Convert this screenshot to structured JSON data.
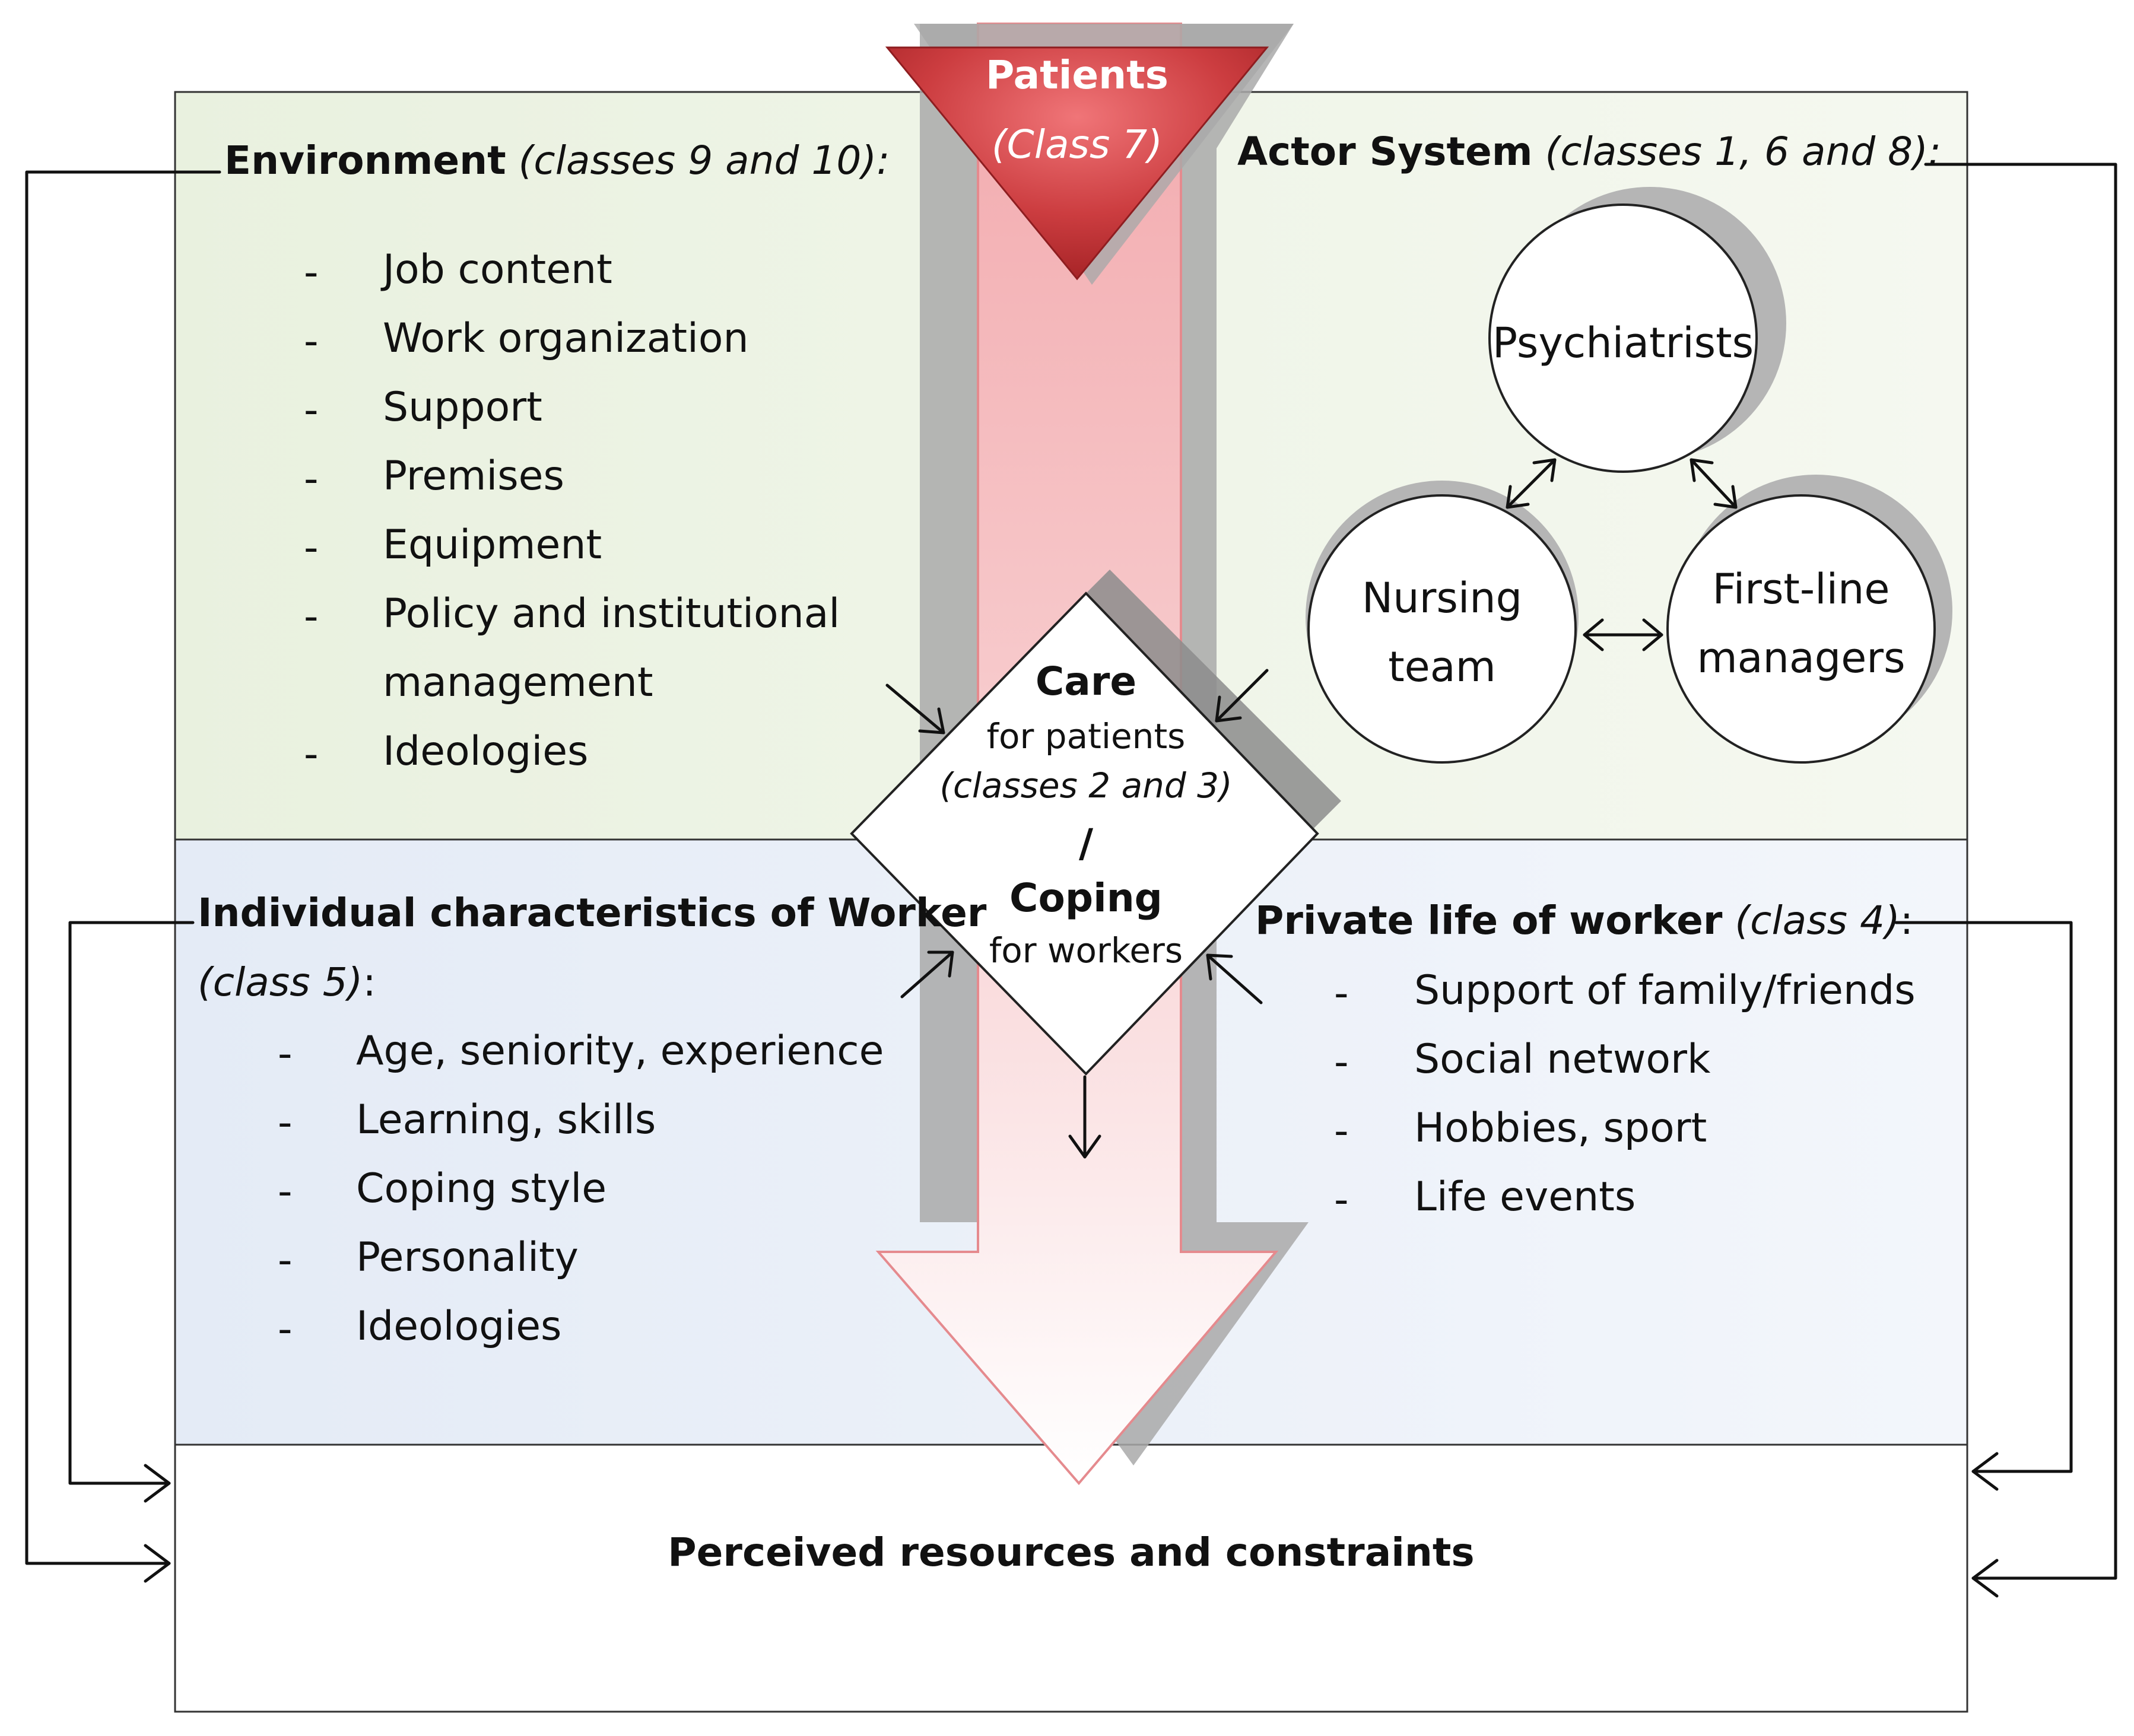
{
  "top_arrow": {
    "title": "Patients",
    "subtitle": "(Class 7)"
  },
  "environment": {
    "title": "Environment",
    "classes": "(classes 9 and 10):",
    "items": [
      "Job content",
      "Work organization",
      "Support",
      "Premises",
      "Equipment",
      "Policy and institutional",
      "management",
      "Ideologies"
    ]
  },
  "actor_system": {
    "title": "Actor System",
    "classes": "(classes 1, 6 and 8):",
    "actors": [
      "Psychiatrists",
      "Nursing",
      "team",
      "First-line",
      "managers"
    ]
  },
  "center": {
    "care": "Care",
    "care_sub": "for patients",
    "care_classes": "(classes 2 and 3)",
    "slash": "/",
    "coping": "Coping",
    "coping_sub": "for workers"
  },
  "individual": {
    "title": "Individual characteristics of Worker",
    "classes": "(class 5)",
    "colon": ":",
    "items": [
      "Age, seniority, experience",
      "Learning, skills",
      "Coping style",
      "Personality",
      "Ideologies"
    ]
  },
  "private_life": {
    "title": "Private life of worker",
    "classes": "(class 4)",
    "colon": ":",
    "items": [
      "Support of family/friends",
      "Social network",
      "Hobbies, sport",
      "Life events"
    ]
  },
  "bottom": {
    "title": "Perceived resources and constraints"
  },
  "dash_glyph": "-",
  "colors": {
    "top_panel": "#eef4e6",
    "mid_panel": "#e8eef8",
    "arrow_red": "#c0393c",
    "arrow_pink": "#f6b8bb",
    "shadow": "#9a9a9a"
  }
}
